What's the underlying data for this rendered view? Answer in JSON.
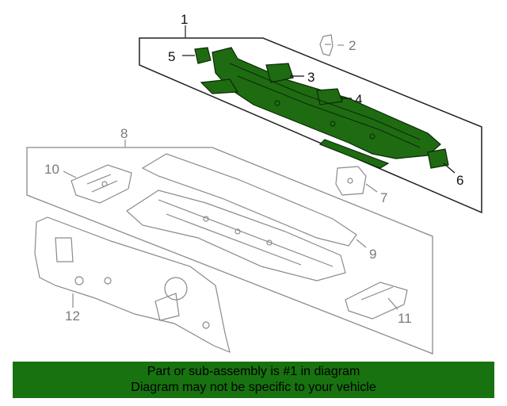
{
  "callouts": {
    "c1": "1",
    "c2": "2",
    "c3": "3",
    "c4": "4",
    "c5": "5",
    "c6": "6",
    "c7": "7",
    "c8": "8",
    "c9": "9",
    "c10": "10",
    "c11": "11",
    "c12": "12"
  },
  "banner": {
    "line1": "Part or sub-assembly is #1 in diagram",
    "line2": "Diagram may not be specific to your vehicle"
  },
  "colors": {
    "highlight": "#1f6b12",
    "banner": "#17720f",
    "outline": "#555555"
  }
}
